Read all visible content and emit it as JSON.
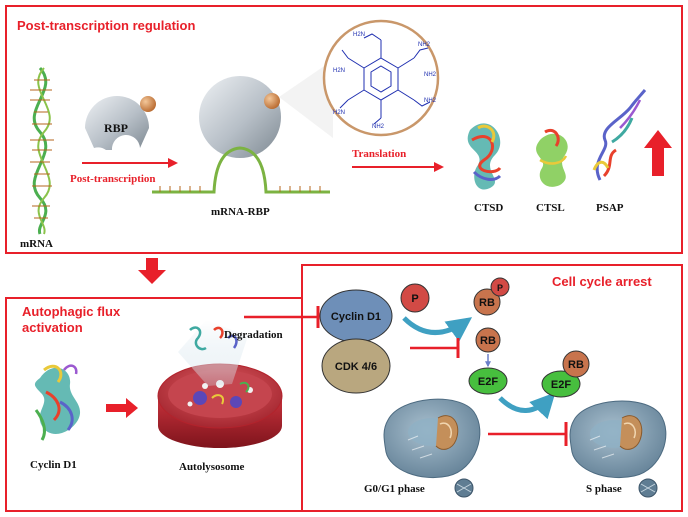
{
  "sections": {
    "post_transcription": "Post-transcription regulation",
    "autophagic_line1": "Autophagic flux",
    "autophagic_line2": "activation",
    "cell_cycle": "Cell cycle arrest"
  },
  "labels": {
    "mrna": "mRNA",
    "rbp": "RBP",
    "post_transcription": "Post-transcription",
    "mrna_rbp": "mRNA-RBP",
    "translation": "Translation",
    "ctsd": "CTSD",
    "ctsl": "CTSL",
    "psap": "PSAP",
    "degradation": "Degradation",
    "cyclin_d1_left": "Cyclin D1",
    "autolysosome": "Autolysosome",
    "cyclin_d1_node": "Cyclin D1",
    "cdk46": "CDK 4/6",
    "p": "P",
    "rb": "RB",
    "p_small": "P",
    "rb2": "RB",
    "e2f": "E2F",
    "e2f2": "E2F",
    "rb3": "RB",
    "g0g1": "G0/G1 phase",
    "s_phase": "S phase"
  },
  "chem_labels": {
    "nh2_1": "H2N",
    "nh2_2": "NH2",
    "nh2_3": "H2N",
    "nh2_4": "NH2",
    "nh2_5": "NH2",
    "nh2_6": "H2N",
    "nh2_7": "NH2"
  },
  "colors": {
    "accent_red": "#e8202a",
    "cyclin": "#6e8fb8",
    "cdk": "#b9a77f",
    "p_node": "#d24a45",
    "rb_node": "#c8744d",
    "e2f_node": "#47bf3e",
    "teal_arrow": "#3fa0c2",
    "cell": "#7f9db3"
  }
}
